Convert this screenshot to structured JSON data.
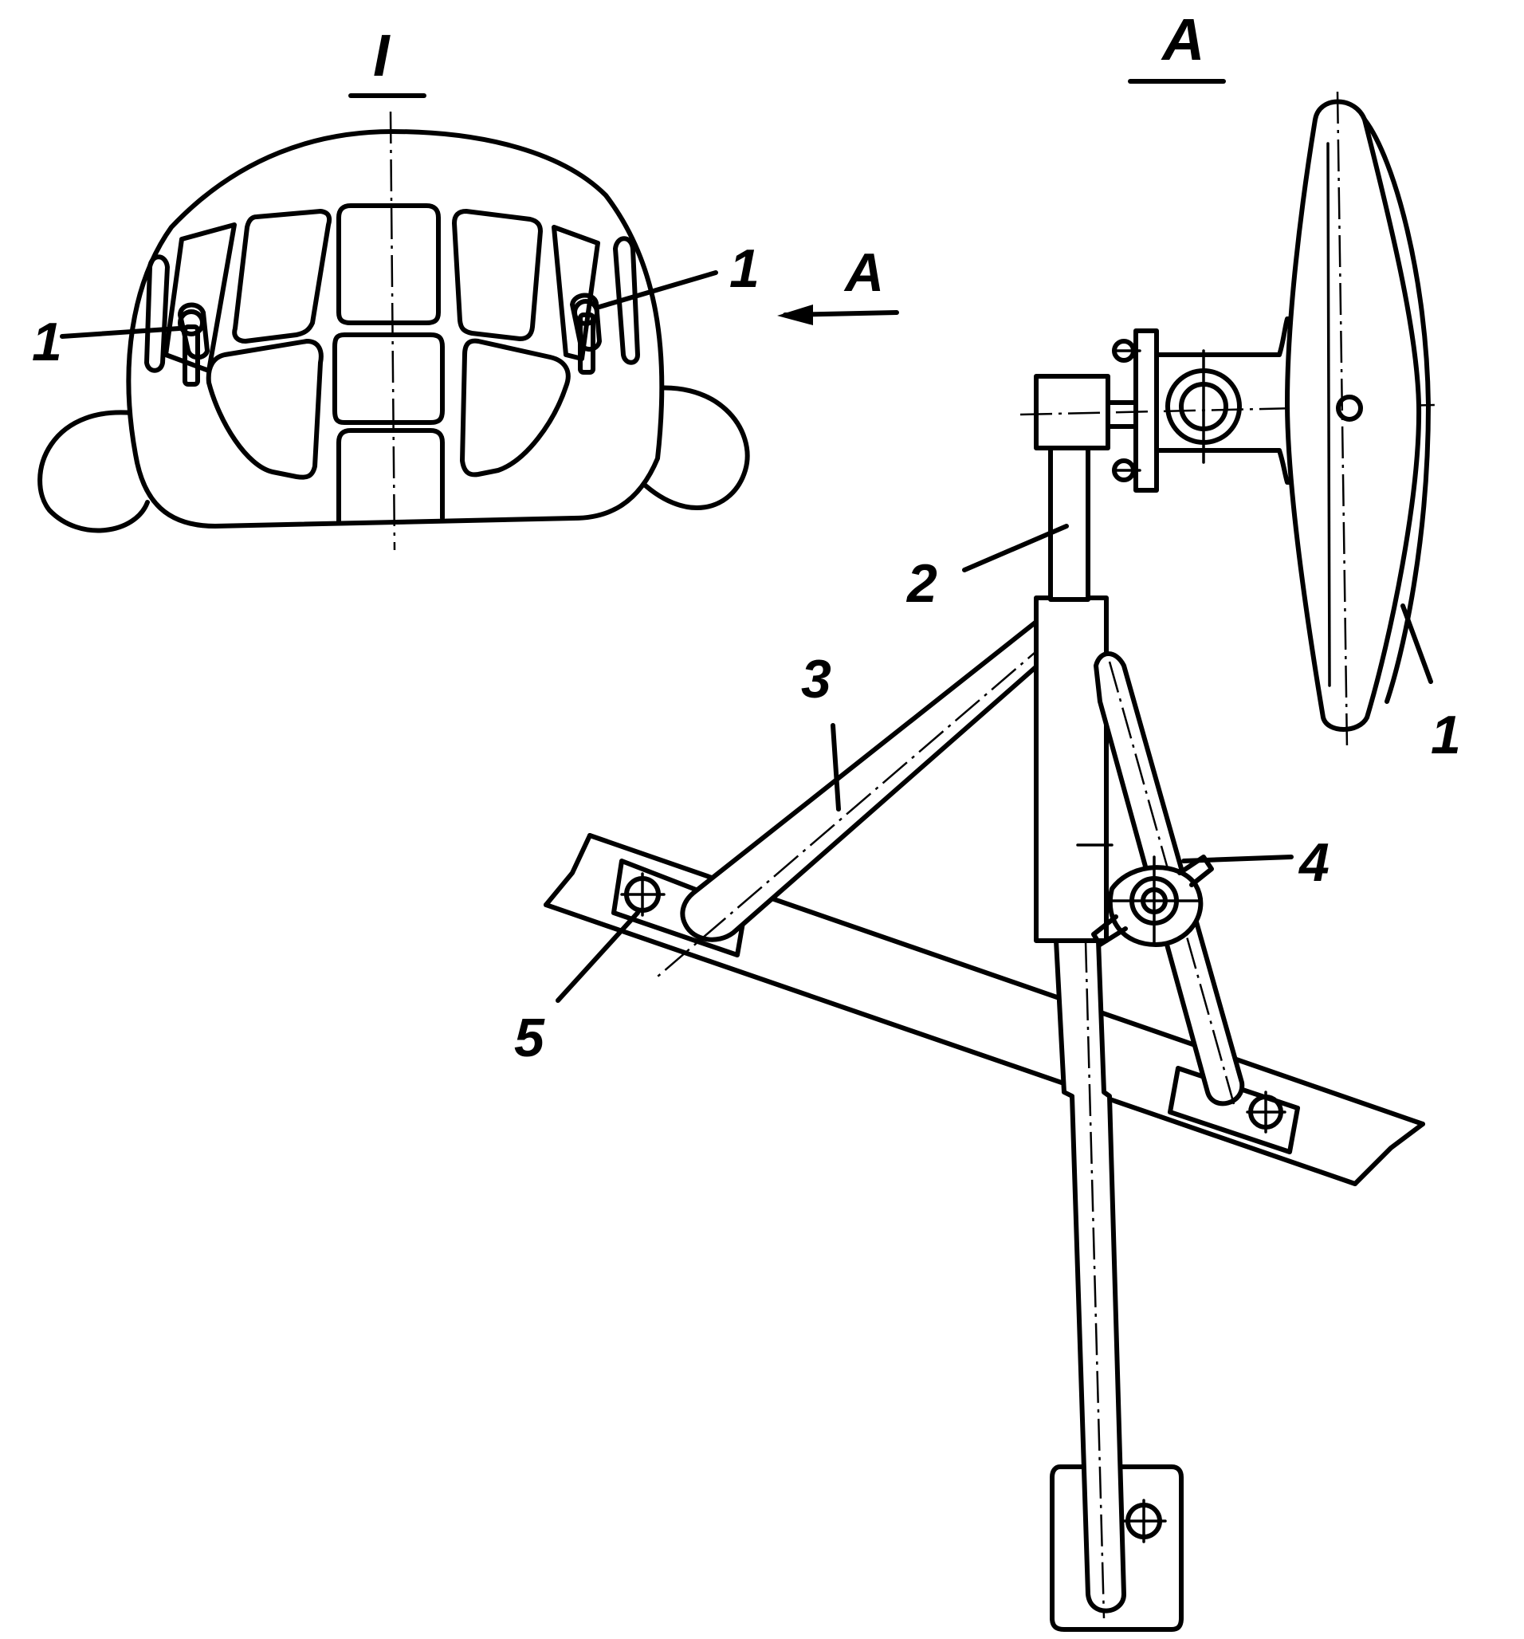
{
  "view_labels": {
    "section": "I",
    "view": "A",
    "arrow_view": "A"
  },
  "callouts": {
    "front_left": "1",
    "front_right": "1",
    "mirror": "1",
    "rod": "2",
    "strut": "3",
    "clamp": "4",
    "bolt": "5"
  }
}
